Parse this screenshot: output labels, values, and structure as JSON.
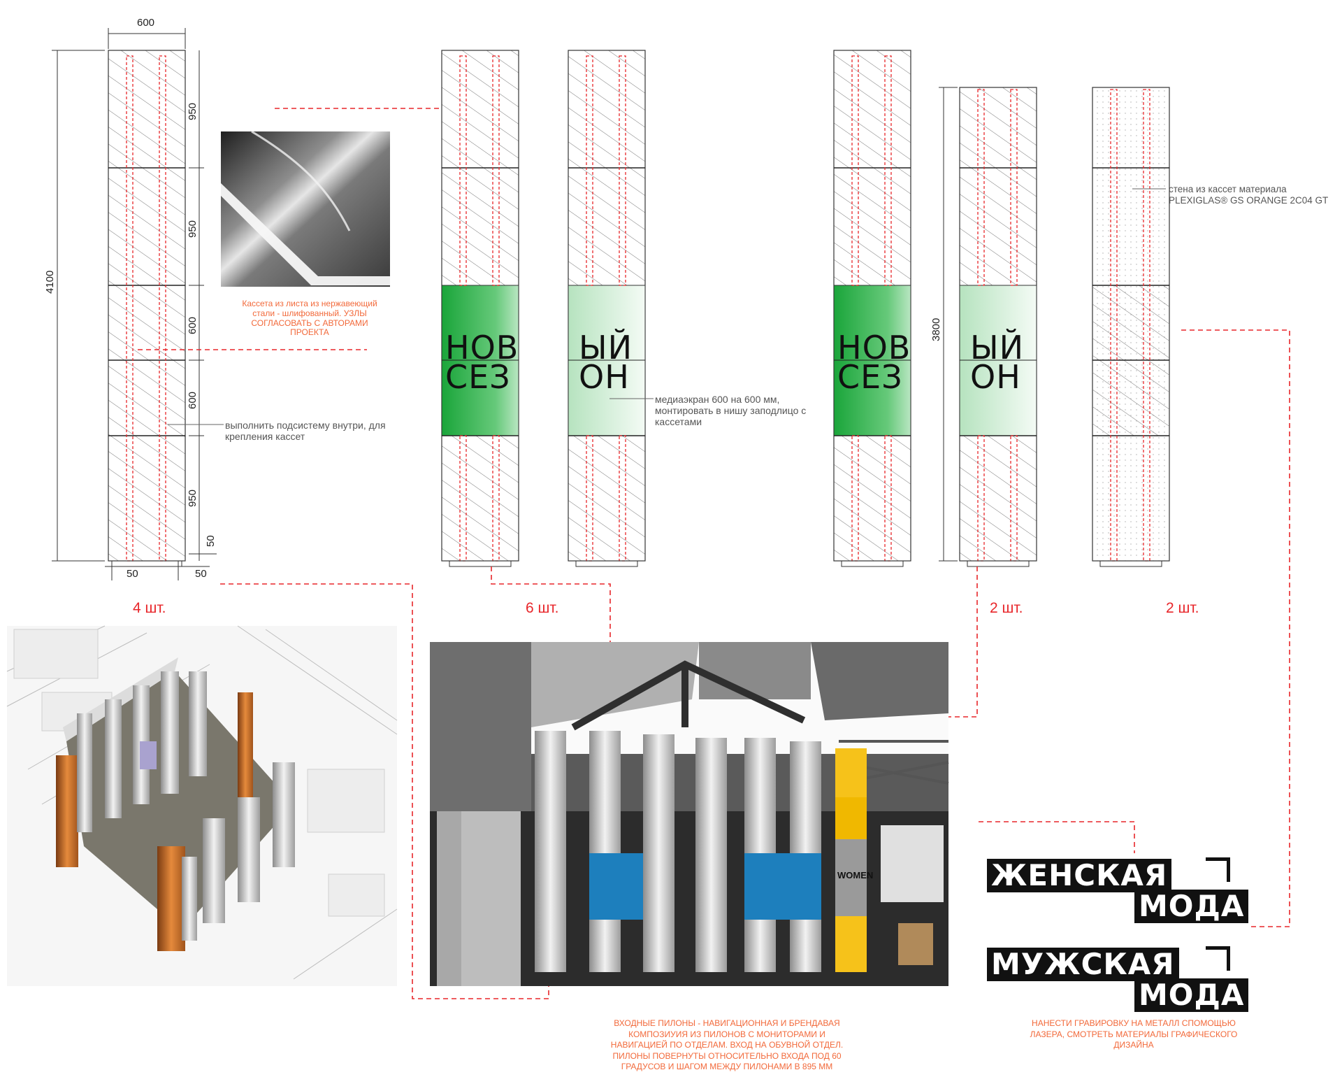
{
  "overall_height": "4100",
  "width_dim": "600",
  "segment_dims": [
    "950",
    "950",
    "600",
    "600",
    "950"
  ],
  "bottom_dims": {
    "left": "50",
    "right": "50",
    "plinth": "50"
  },
  "short_height": "3800",
  "steel_note": "Кассета из листа из нержавеющий стали - шлифованный. УЗЛЫ СОГЛАСОВАТЬ С АВТОРАМИ ПРОЕКТА",
  "subsystem_note": "выполнить подсистему внутри, для крепления кассет",
  "media_note": "медиаэкран 600 на 600 мм, монтировать в нишу заподлицо с кассетами",
  "plexi_note": "стена из кассет материала PLEXIGLAS® GS ORANGE 2C04 GT",
  "screen_text": {
    "line1_left": "НОВ",
    "line1_right": "ЫЙ",
    "line2_left": "СЕЗ",
    "line2_right": "ОН"
  },
  "quantities": [
    "4 шт.",
    "6 шт.",
    "2 шт.",
    "2 шт."
  ],
  "entrance_note": "ВХОДНЫЕ ПИЛОНЫ - НАВИГАЦИОННАЯ И БРЕНДАВАЯ КОМПОЗИУИЯ ИЗ ПИЛОНОВ С МОНИТОРАМИ И НАВИГАЦИЕЙ ПО ОТДЕЛАМ. ВХОД НА ОБУВНОЙ ОТДЕЛ. ПИЛОНЫ ПОВЕРНУТЫ ОТНОСИТЕЛЬНО ВХОДА ПОД 60 ГРАДУСОВ И ШАГОМ МЕЖДУ ПИЛОНАМИ В 895 ММ",
  "engrave_note": "НАНЕСТИ ГРАВИРОВКУ НА МЕТАЛЛ СПОМОЩЬЮ ЛАЗЕРА, СМОТРЕТЬ МАТЕРИАЛЫ ГРАФИЧЕСКОГО ДИЗАЙНА",
  "brand_women": {
    "line1": "ЖЕНСКАЯ",
    "line2": "МОДА"
  },
  "brand_men": {
    "line1": "МУЖСКАЯ",
    "line2": "МОДА"
  },
  "render_sign": "WOMEN",
  "colors": {
    "red": "#e8262a",
    "orange_note": "#f2693a",
    "green": "#1fae3a",
    "blue": "#1d7fbd",
    "yellow": "#f6c21a"
  }
}
